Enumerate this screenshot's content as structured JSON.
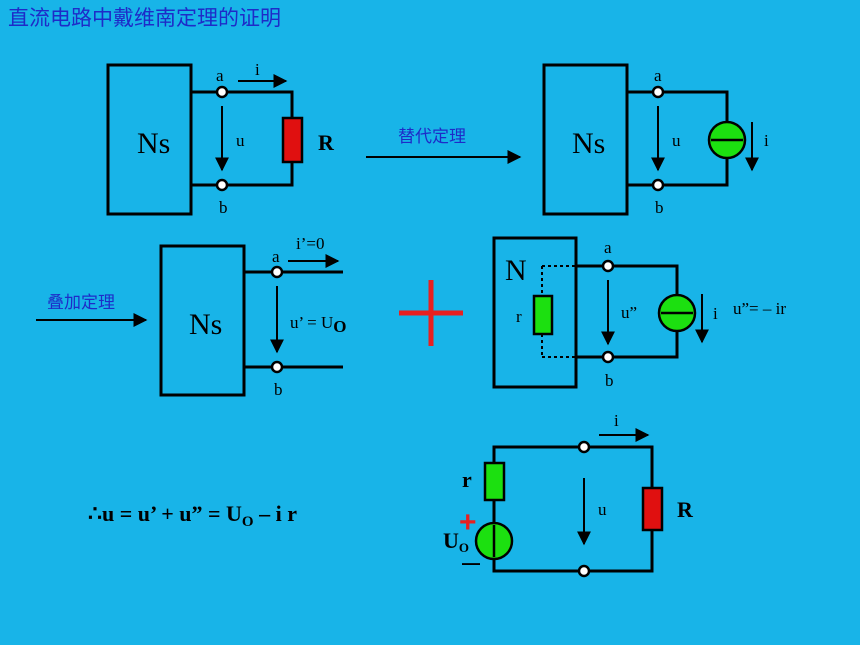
{
  "title": "直流电路中戴维南定理的证明",
  "arrows": {
    "substitution": "替代定理",
    "superposition": "叠加定理"
  },
  "circuit1": {
    "box": "Ns",
    "a": "a",
    "b": "b",
    "i": "i",
    "u": "u",
    "R": "R"
  },
  "circuit2": {
    "box": "Ns",
    "a": "a",
    "b": "b",
    "i": "i",
    "u": "u"
  },
  "circuit3": {
    "box": "Ns",
    "a": "a",
    "b": "b",
    "i": "i’=0",
    "u": "u’ = U",
    "u_sub": "O"
  },
  "circuit4": {
    "box": "N",
    "a": "a",
    "b": "b",
    "r": "r",
    "i": "i",
    "u": "u”",
    "eq": "u”= – ir"
  },
  "conclusion": {
    "prefix": "∴u = u’ + u” = U",
    "sub": "O",
    "suffix": " – i r"
  },
  "equivalent": {
    "r": "r",
    "R": "R",
    "i": "i",
    "u": "u",
    "plus": "+",
    "minus": "—",
    "uo": "U",
    "uo_sub": "O"
  },
  "colors": {
    "background": "#18B4E8",
    "resistor_red": "#E01010",
    "source_green": "#1CE010",
    "plus_red": "#E82020",
    "title_blue": "#1E2BC8"
  }
}
